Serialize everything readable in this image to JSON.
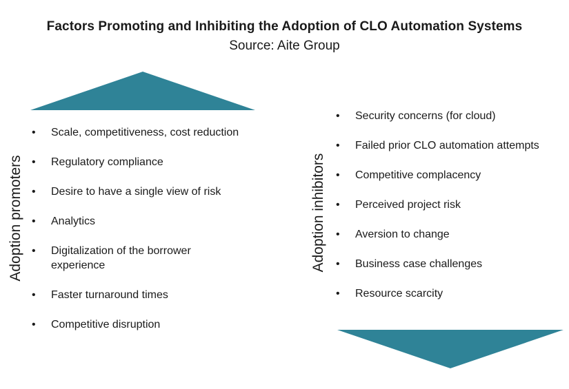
{
  "title": "Factors Promoting and Inhibiting the Adoption of CLO Automation Systems",
  "subtitle": "Source: Aite Group",
  "colors": {
    "arrow": "#2f8397",
    "text": "#1a1a1a"
  },
  "promoters": {
    "label": "Adoption promoters",
    "icon": "up-triangle-icon",
    "items": [
      "Scale, competitiveness, cost reduction",
      "Regulatory compliance",
      "Desire to have a single view of risk",
      "Analytics",
      "Digitalization of the borrower experience",
      "Faster turnaround times",
      "Competitive disruption"
    ]
  },
  "inhibitors": {
    "label": "Adoption inhibitors",
    "icon": "down-triangle-icon",
    "items": [
      "Security concerns (for cloud)",
      "Failed prior CLO automation attempts",
      "Competitive complacency",
      "Perceived project risk",
      "Aversion to change",
      "Business case challenges",
      "Resource scarcity"
    ]
  },
  "bullet": "•"
}
